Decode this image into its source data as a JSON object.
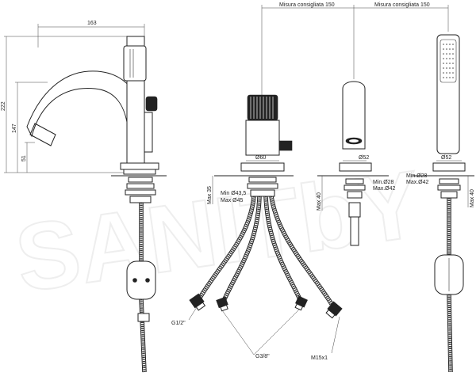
{
  "watermark": "SANITbY",
  "dimensions": {
    "width_163": "163",
    "height_222": "222",
    "height_147": "147",
    "height_51": "51",
    "misura_left": "Misura consigliata 150",
    "misura_right": "Misura consigliata 150",
    "dia_60": "Ø60",
    "dia_52_mid": "Ø52",
    "dia_52_right": "Ø52",
    "max_35": "Max 35",
    "max_40_mid": "Max 40",
    "max_40_right": "Max 40",
    "min_43_5": "Min Ø43,5",
    "max_45": "Max Ø45",
    "min_28_mid": "Min.Ø28",
    "max_42_mid": "Max.Ø42",
    "min_28_right": "Min.Ø28",
    "max_42_right": "Max.Ø42"
  },
  "connections": {
    "g1_2": "G1/2\"",
    "g3_8": "G3/8\"",
    "m15x1": "M15x1"
  }
}
